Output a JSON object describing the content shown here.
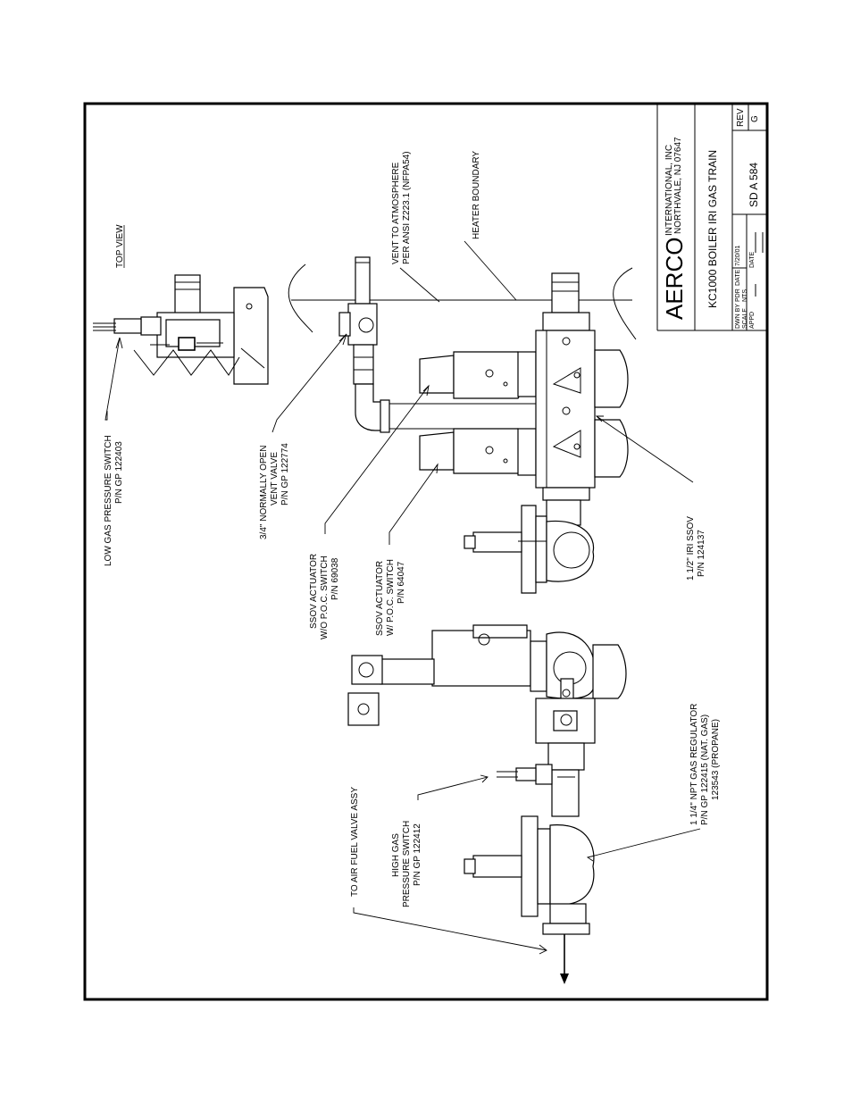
{
  "title_block": {
    "company": "AERCO",
    "company_line1": "INTERNATIONAL, INC",
    "company_line2": "NORTHVALE, NJ 07647",
    "drawing_title": "KC1000 BOILER IRI GAS TRAIN",
    "drawing_number": "SD A 584",
    "rev_label": "REV",
    "rev_value": "G",
    "dwn_by_label": "DWN BY",
    "dwn_by_value": "PDR",
    "date_label": "DATE",
    "date_value": "7/20/01",
    "scale_label": "SCALE",
    "scale_value": "NTS",
    "appd_label": "APPD",
    "appd_date_label": "DATE"
  },
  "annotations": {
    "top_view": "TOP VIEW",
    "low_gas_switch_1": "LOW GAS PRESSURE SWITCH",
    "low_gas_switch_2": "P/N GP 122403",
    "vent_valve_1": "3/4\" NORMALLY OPEN",
    "vent_valve_2": "VENT VALVE",
    "vent_valve_3": "P/N GP 122774",
    "vent_atm_1": "VENT TO ATMOSPHERE",
    "vent_atm_2": "PER ANSI Z223.1 (NFPA54)",
    "heater_boundary": "HEATER BOUNDARY",
    "ssov_wo_1": "SSOV ACTUATOR",
    "ssov_wo_2": "W/O P.O.C. SWITCH",
    "ssov_wo_3": "P/N 69038",
    "ssov_w_1": "SSOV ACTUATOR",
    "ssov_w_2": "W/ P.O.C. SWITCH",
    "ssov_w_3": "P/N 64047",
    "iri_ssov_1": "1 1/2\" IRI SSOV",
    "iri_ssov_2": "P/N 124137",
    "regulator_1": "1 1/4\" NPT GAS REGULATOR",
    "regulator_2": "P/N  GP 122415 (NAT. GAS)",
    "regulator_3": "123543 (PROPANE)",
    "high_gas_1": "HIGH GAS",
    "high_gas_2": "PRESSURE SWITCH",
    "high_gas_3": "P/N  GP 122412",
    "to_air_fuel": "TO AIR FUEL VALVE ASSY"
  }
}
